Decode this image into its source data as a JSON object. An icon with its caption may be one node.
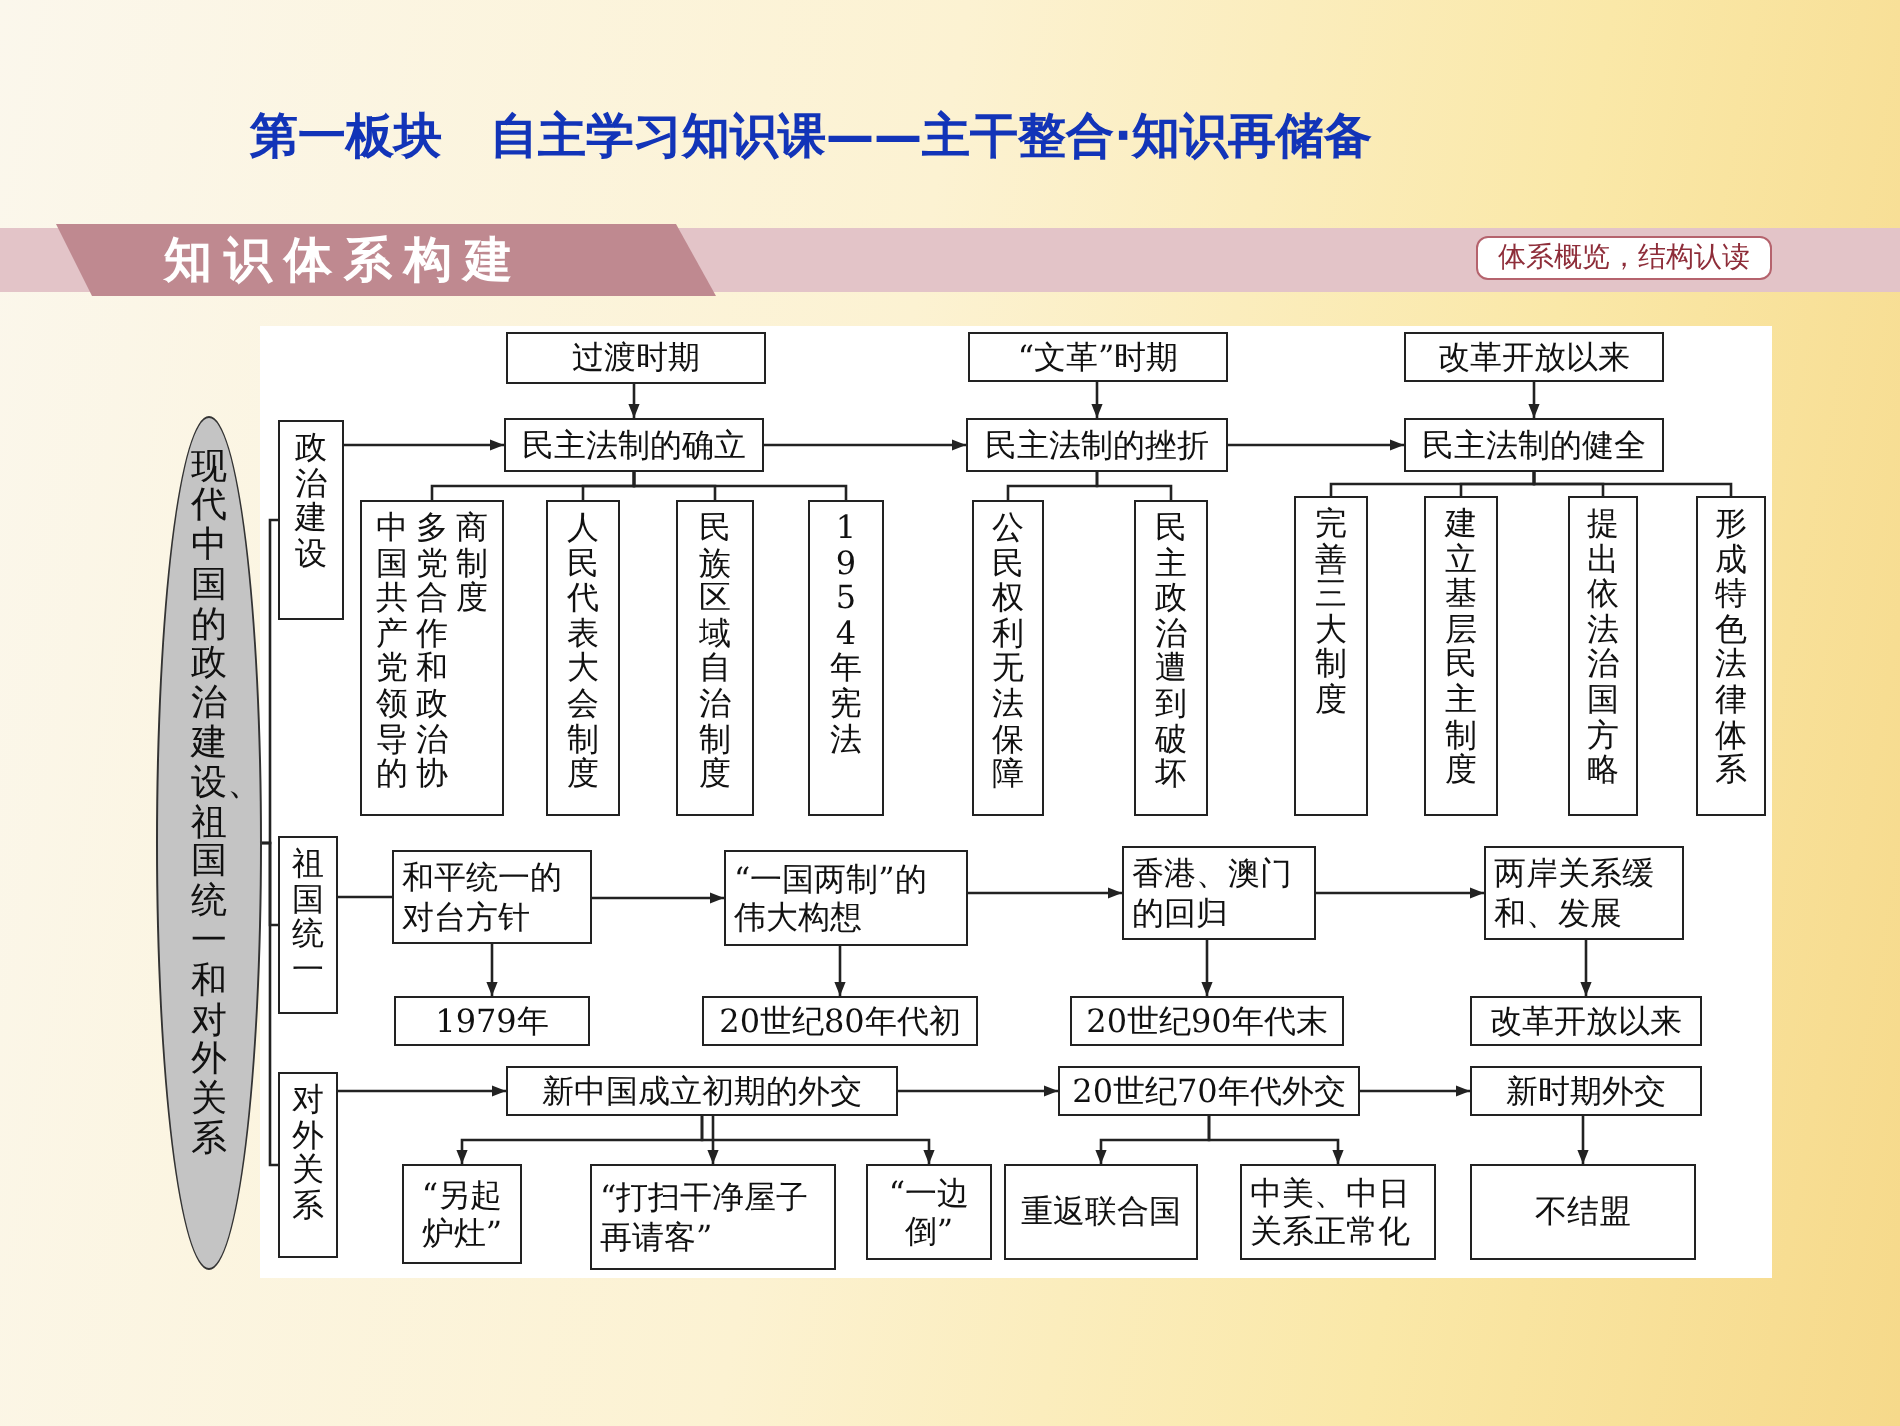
{
  "diagram": {
    "title": "第一板块　自主学习知识课——主干整合·知识再储备",
    "nodes": [
      {
        "text": [
          "现代中国的政治建设、祖国统一和对外关系"
        ]
      },
      {
        "text": [
          "政治建设"
        ]
      },
      {
        "text": [
          "过渡时期"
        ]
      },
      {
        "text": [
          "民主法制的确立"
        ]
      },
      {
        "text": [
          "中国共产党领导的多党合作和政治协商制度"
        ]
      },
      {
        "text": [
          "人民代表大会制度"
        ]
      },
      {
        "text": [
          "民族区域自治制度"
        ]
      },
      {
        "text": [
          "1954年宪法"
        ]
      },
      {
        "text": [
          "“文革”时期"
        ]
      },
      {
        "text": [
          "民主法制的挫折"
        ]
      },
      {
        "text": [
          "公民权利无法保障"
        ]
      },
      {
        "text": [
          "民主政治遭到破坏"
        ]
      },
      {
        "text": [
          "改革开放以来"
        ]
      },
      {
        "text": [
          "民主法制的健全"
        ]
      },
      {
        "text": [
          "完善三大制度"
        ]
      },
      {
        "text": [
          "建立基层民主制度"
        ]
      },
      {
        "text": [
          "提出依法治国方略"
        ]
      },
      {
        "text": [
          "形成特色法律体系"
        ]
      },
      {
        "text": [
          "祖国统一"
        ]
      },
      {
        "text": [
          "和平统一的对台方针"
        ]
      },
      {
        "text": [
          "“一国两制”的伟大构想"
        ]
      },
      {
        "text": [
          "香港、澳门的回归"
        ]
      },
      {
        "text": [
          "两岸关系缓和、发展"
        ]
      },
      {
        "text": [
          "1979年"
        ]
      },
      {
        "text": [
          "20世纪80年代初"
        ]
      },
      {
        "text": [
          "20世纪90年代末"
        ]
      },
      {
        "text": [
          "改革开放以来"
        ]
      },
      {
        "text": [
          "对外关系"
        ]
      },
      {
        "text": [
          "新中国成立初期的外交"
        ]
      },
      {
        "text": [
          "20世纪70年代外交"
        ]
      },
      {
        "text": [
          "新时期外交"
        ]
      },
      {
        "text": [
          "“另起炉灶”"
        ]
      },
      {
        "text": [
          "“打扫干净屋子再请客”"
        ]
      },
      {
        "text": [
          "“一边倒”"
        ]
      },
      {
        "text": [
          "重返联合国"
        ]
      },
      {
        "text": [
          "中美、中日关系正常化"
        ]
      },
      {
        "text": [
          "不结盟"
        ]
      }
    ],
    "edges": [
      {
        "from": 0,
        "to": 1,
        "arrow": "none"
      },
      {
        "from": 0,
        "to": 18,
        "arrow": "none"
      },
      {
        "from": 0,
        "to": 27,
        "arrow": "none"
      },
      {
        "from": 2,
        "to": 3,
        "arrow": "to"
      },
      {
        "from": 1,
        "to": 3,
        "arrow": "to"
      },
      {
        "from": 3,
        "to": 4,
        "arrow": "none"
      },
      {
        "from": 3,
        "to": 5,
        "arrow": "none"
      },
      {
        "from": 3,
        "to": 6,
        "arrow": "none"
      },
      {
        "from": 3,
        "to": 7,
        "arrow": "none"
      },
      {
        "from": 3,
        "to": 9,
        "arrow": "to"
      },
      {
        "from": 8,
        "to": 9,
        "arrow": "to"
      },
      {
        "from": 9,
        "to": 10,
        "arrow": "none"
      },
      {
        "from": 9,
        "to": 11,
        "arrow": "none"
      },
      {
        "from": 9,
        "to": 13,
        "arrow": "to"
      },
      {
        "from": 12,
        "to": 13,
        "arrow": "to"
      },
      {
        "from": 13,
        "to": 14,
        "arrow": "none"
      },
      {
        "from": 13,
        "to": 15,
        "arrow": "none"
      },
      {
        "from": 13,
        "to": 16,
        "arrow": "none"
      },
      {
        "from": 13,
        "to": 17,
        "arrow": "none"
      },
      {
        "from": 18,
        "to": 19,
        "arrow": "none"
      },
      {
        "from": 19,
        "to": 20,
        "arrow": "to"
      },
      {
        "from": 20,
        "to": 21,
        "arrow": "to"
      },
      {
        "from": 21,
        "to": 22,
        "arrow": "to"
      },
      {
        "from": 19,
        "to": 23,
        "arrow": "to"
      },
      {
        "from": 20,
        "to": 24,
        "arrow": "to"
      },
      {
        "from": 21,
        "to": 25,
        "arrow": "to"
      },
      {
        "from": 22,
        "to": 26,
        "arrow": "to"
      },
      {
        "from": 27,
        "to": 28,
        "arrow": "to"
      },
      {
        "from": 28,
        "to": 29,
        "arrow": "to"
      },
      {
        "from": 29,
        "to": 30,
        "arrow": "to"
      },
      {
        "from": 28,
        "to": 31,
        "arrow": "to"
      },
      {
        "from": 28,
        "to": 32,
        "arrow": "to"
      },
      {
        "from": 28,
        "to": 33,
        "arrow": "to"
      },
      {
        "from": 29,
        "to": 34,
        "arrow": "to"
      },
      {
        "from": 29,
        "to": 35,
        "arrow": "to"
      },
      {
        "from": 30,
        "to": 36,
        "arrow": "to"
      }
    ],
    "labels": [
      "知识体系构建",
      "体系概览，结构认读"
    ]
  }
}
